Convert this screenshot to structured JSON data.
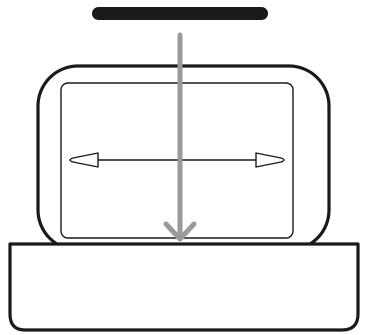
{
  "diagram": {
    "colors": {
      "background": "#ffffff",
      "outline": "#1a1a1a",
      "arrow": "#9a9a9a"
    },
    "parts": [
      "press-bar",
      "case-lid",
      "inner-panel",
      "double-ended-swab",
      "press-arrow",
      "base-tray"
    ]
  }
}
